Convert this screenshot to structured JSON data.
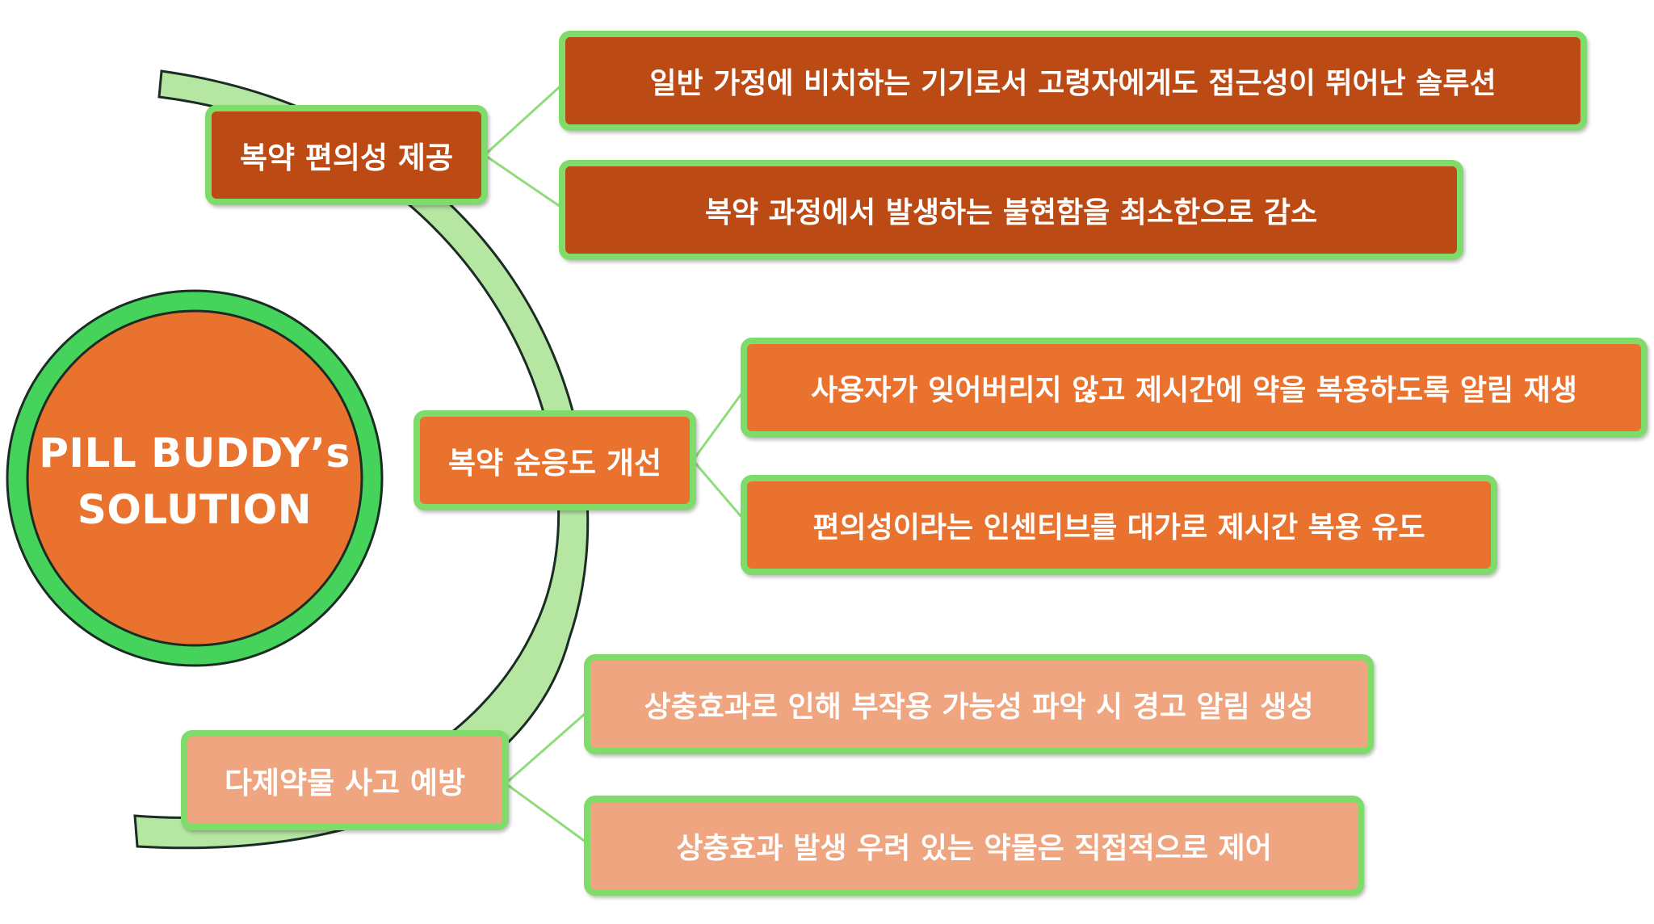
{
  "colors": {
    "dark_orange": "#bb4a15",
    "orange": "#e9722f",
    "light_orange": "#efa57f",
    "green_border": "#7fdc6a",
    "center_ring": "#45d35c",
    "arc_fill": "#b5e6a2",
    "connector": "#8fdc7a",
    "text": "#ffffff"
  },
  "center": {
    "line1": "PILL BUDDY’s",
    "line2": "SOLUTION"
  },
  "branches": [
    {
      "label": "복약 편의성 제공",
      "items": [
        "일반 가정에 비치하는 기기로서 고령자에게도 접근성이 뛰어난 솔루션",
        "복약 과정에서 발생하는 불현함을 최소한으로 감소"
      ]
    },
    {
      "label": "복약 순응도 개선",
      "items": [
        "사용자가 잊어버리지 않고 제시간에 약을 복용하도록 알림 재생",
        "편의성이라는 인센티브를 대가로 제시간 복용 유도"
      ]
    },
    {
      "label": "다제약물 사고 예방",
      "items": [
        "상충효과로 인해 부작용 가능성 파악 시 경고 알림 생성",
        "상충효과 발생 우려 있는 약물은 직접적으로 제어"
      ]
    }
  ]
}
